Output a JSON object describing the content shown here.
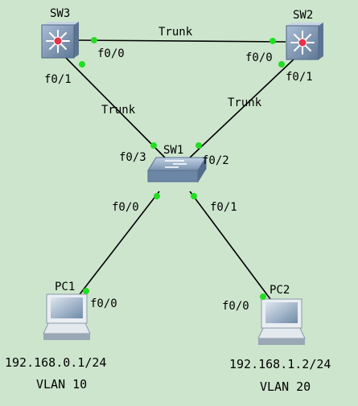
{
  "devices": {
    "sw1": {
      "name": "SW1",
      "type": "access-switch"
    },
    "sw2": {
      "name": "SW2",
      "type": "multilayer-switch"
    },
    "sw3": {
      "name": "SW3",
      "type": "multilayer-switch"
    },
    "pc1": {
      "name": "PC1",
      "type": "pc",
      "ip": "192.168.0.1/24",
      "vlan": "VLAN 10"
    },
    "pc2": {
      "name": "PC2",
      "type": "pc",
      "ip": "192.168.1.2/24",
      "vlan": "VLAN 20"
    }
  },
  "links": {
    "sw3_sw2": {
      "label": "Trunk",
      "port_a": "f0/0",
      "port_b": "f0/0"
    },
    "sw3_sw1": {
      "label": "Trunk",
      "port_a": "f0/1",
      "port_b": "f0/3"
    },
    "sw2_sw1": {
      "label": "Trunk",
      "port_a": "f0/1",
      "port_b": "f0/2"
    },
    "sw1_pc1": {
      "port_a": "f0/0",
      "port_b": "f0/0"
    },
    "sw1_pc2": {
      "port_a": "f0/1",
      "port_b": "f0/0"
    }
  },
  "colors": {
    "background": "#cde5cd",
    "link": "#000000",
    "port_indicator": "#22dd22",
    "switch_body": "#7b93b3",
    "router_core": "#e8334a"
  }
}
